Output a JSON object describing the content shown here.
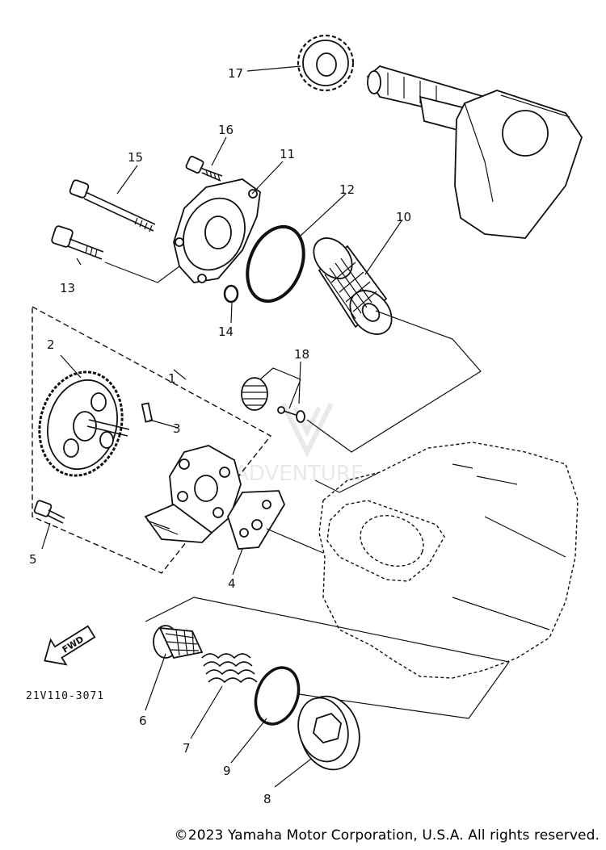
{
  "diagram": {
    "part_labels": [
      "1",
      "2",
      "3",
      "4",
      "5",
      "6",
      "7",
      "8",
      "9",
      "10",
      "11",
      "12",
      "13",
      "14",
      "15",
      "16",
      "17",
      "18"
    ],
    "fwd_label": "FWD",
    "part_code": "21V110-3071",
    "watermark": "ADVENTURE"
  },
  "footer": {
    "copyright": "©2023 Yamaha Motor Corporation, U.S.A. All rights reserved."
  }
}
